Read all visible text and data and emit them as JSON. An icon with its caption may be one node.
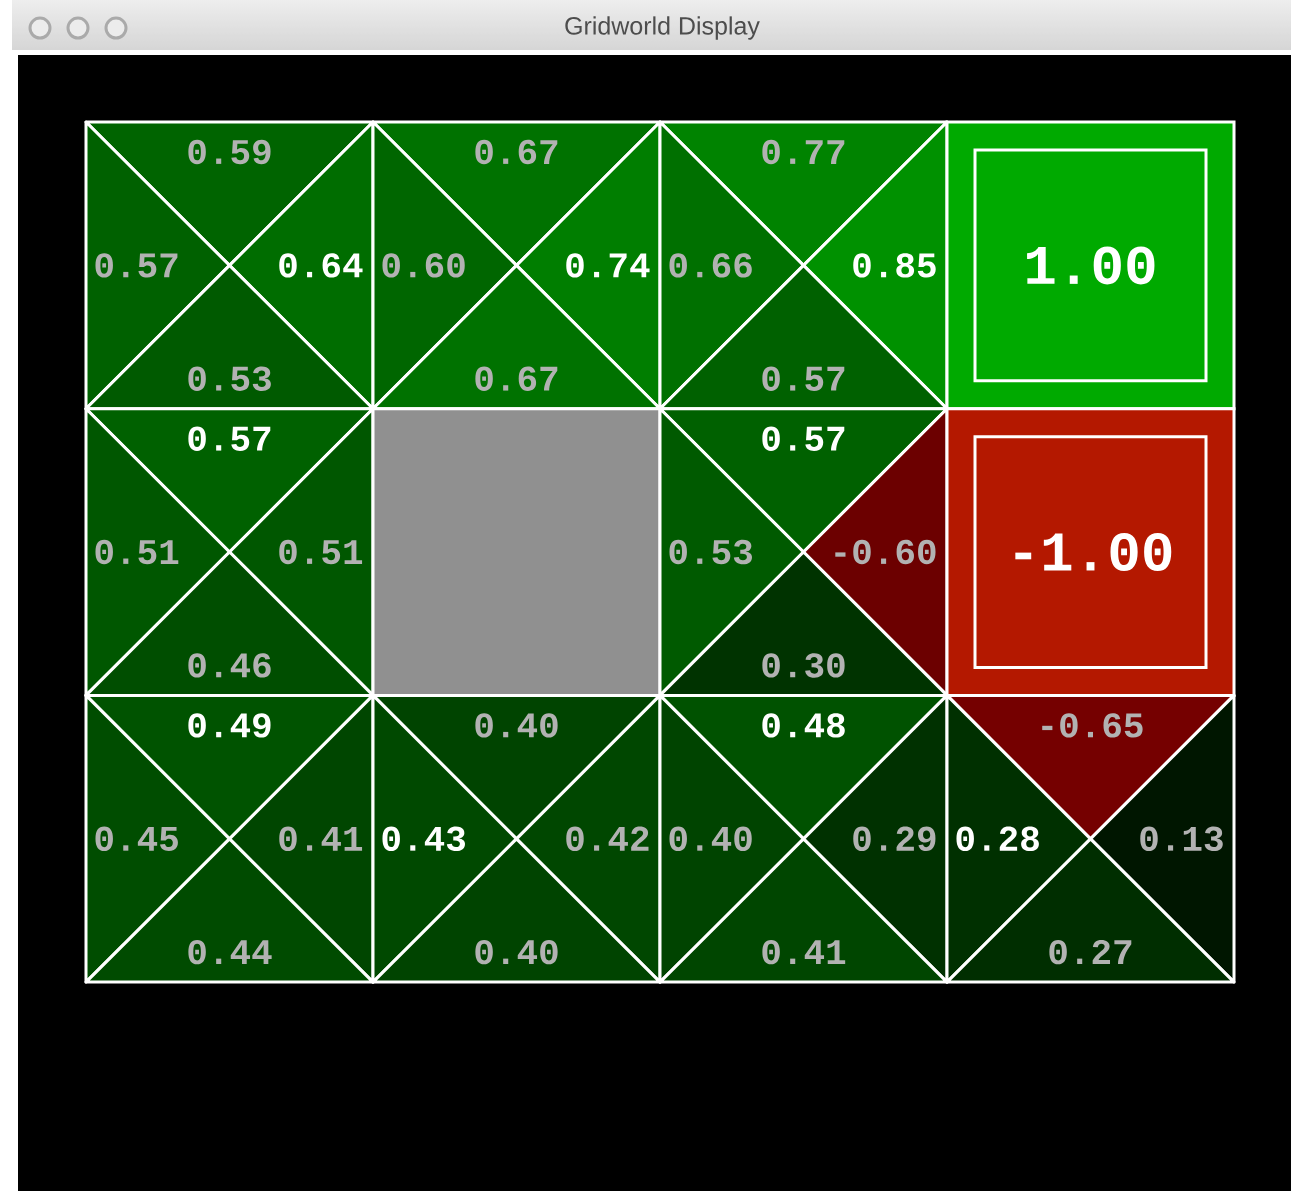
{
  "diagram": {
    "title": "Gridworld Display",
    "nodes": [
      {
        "text": [
          "0.59"
        ]
      },
      {
        "text": [
          "0.57"
        ]
      },
      {
        "text": [
          "0.64"
        ]
      },
      {
        "text": [
          "0.53"
        ]
      },
      {
        "text": [
          "0.67"
        ]
      },
      {
        "text": [
          "0.60"
        ]
      },
      {
        "text": [
          "0.74"
        ]
      },
      {
        "text": [
          "0.67"
        ]
      },
      {
        "text": [
          "0.77"
        ]
      },
      {
        "text": [
          "0.66"
        ]
      },
      {
        "text": [
          "0.85"
        ]
      },
      {
        "text": [
          "0.57"
        ]
      },
      {
        "text": [
          "1.00"
        ]
      },
      {
        "text": [
          "0.57"
        ]
      },
      {
        "text": [
          "0.51"
        ]
      },
      {
        "text": [
          "0.51"
        ]
      },
      {
        "text": [
          "0.46"
        ]
      },
      {
        "text": [],
        "shape": "box"
      },
      {
        "text": [
          "0.57"
        ]
      },
      {
        "text": [
          "0.53"
        ]
      },
      {
        "text": [
          "-0.60"
        ]
      },
      {
        "text": [
          "0.30"
        ]
      },
      {
        "text": [
          "-1.00"
        ]
      },
      {
        "text": [
          "0.49"
        ]
      },
      {
        "text": [
          "0.45"
        ]
      },
      {
        "text": [
          "0.41"
        ]
      },
      {
        "text": [
          "0.44"
        ]
      },
      {
        "text": [
          "0.40"
        ]
      },
      {
        "text": [
          "0.43"
        ]
      },
      {
        "text": [
          "0.42"
        ]
      },
      {
        "text": [
          "0.40"
        ]
      },
      {
        "text": [
          "0.48"
        ]
      },
      {
        "text": [
          "0.40"
        ]
      },
      {
        "text": [
          "0.29"
        ]
      },
      {
        "text": [
          "0.41"
        ]
      },
      {
        "text": [
          "-0.65"
        ]
      },
      {
        "text": [
          "0.28"
        ]
      },
      {
        "text": [
          "0.13"
        ]
      },
      {
        "text": [
          "0.27"
        ]
      }
    ]
  }
}
